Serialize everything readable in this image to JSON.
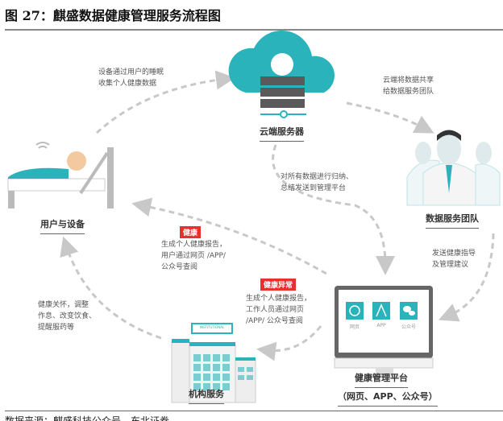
{
  "title": "图 27：麒盛数据健康管理服务流程图",
  "nodes": {
    "cloud": "云端服务器",
    "team": "数据服务团队",
    "user": "用户与设备",
    "platform": "健康管理平台",
    "platform_sub": "（网页、APP、公众号）",
    "institution": "机构服务",
    "institution_sign": "INSTITUTIONAL"
  },
  "platform_icons": [
    "网页",
    "APP",
    "公众号"
  ],
  "notes": {
    "user_to_cloud": "设备通过用户的睡眠\n收集个人健康数据",
    "cloud_to_team": "云端将数据共享\n给数据服务团队",
    "cloud_to_platform": "对所有数据进行归纳、\n总结发送到管理平台",
    "platform_to_user": "生成个人健康报告，\n用户通过网页 /APP/\n公众号查阅",
    "team_to_platform": "发送健康指导\n及管理建议",
    "platform_to_inst": "生成个人健康报告，\n工作人员通过网页\n/APP/ 公众号查阅",
    "inst_to_user": "健康关怀，调整\n作息、改变饮食、\n提醒服药等"
  },
  "badges": {
    "healthy": "健康",
    "abnormal": "健康异常"
  },
  "source": "数据来源：麒盛科技公众号，东北证券",
  "colors": {
    "teal": "#2bb3bb",
    "red": "#e8312f",
    "arrow": "#c8c8c8"
  }
}
